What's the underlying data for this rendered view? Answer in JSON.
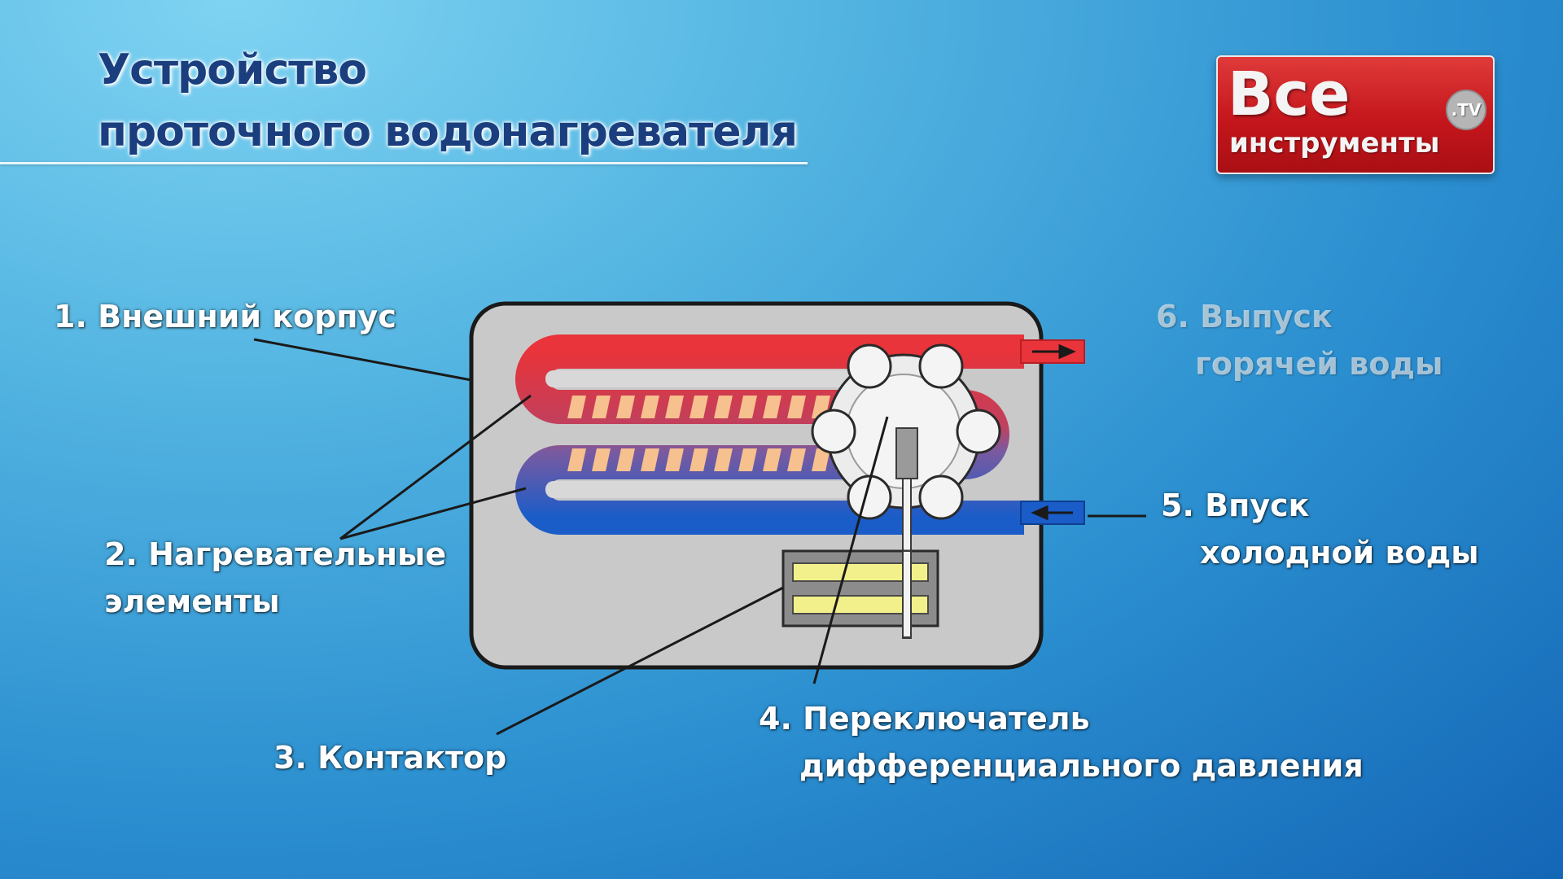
{
  "title": {
    "line1": "Устройство",
    "line2": "проточного водонагревателя"
  },
  "logo": {
    "main": "Все",
    "sub": "инструменты",
    "badge": ".TV",
    "color": "#c4161c"
  },
  "labels": {
    "housing": "1. Внешний корпус",
    "heating_line1": "2. Нагревательные",
    "heating_line2": "элементы",
    "contactor": "3. Контактор",
    "switch_line1": "4. Переключатель",
    "switch_line2": "дифференциального давления",
    "inlet_line1": "5. Впуск",
    "inlet_line2": "холодной воды",
    "outlet_line1": "6. Выпуск",
    "outlet_line2": "горячей воды"
  },
  "colors": {
    "hot_pipe": "#e8343a",
    "cold_pipe": "#1a5cc8",
    "housing_fill": "#c9c9c9",
    "contactor_bar": "#f2f08a",
    "heater_coil": "#f7c08f"
  }
}
